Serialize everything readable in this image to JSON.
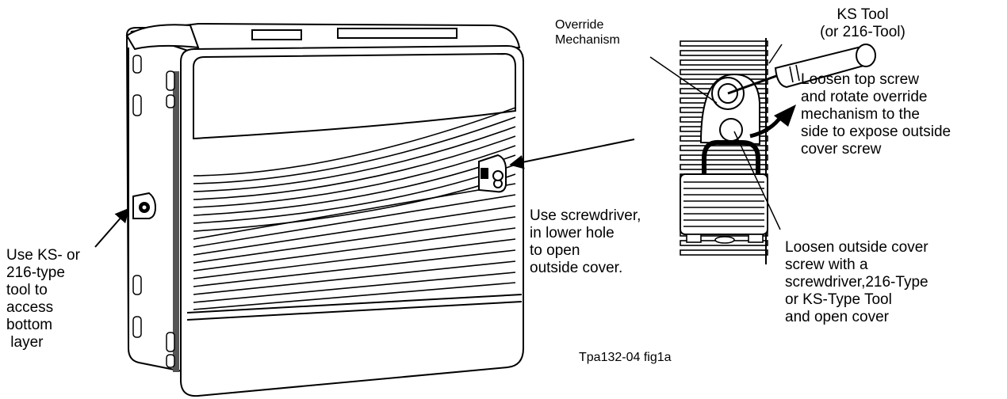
{
  "labels": {
    "override_mechanism": [
      "Override",
      "Mechanism"
    ],
    "ks_tool": [
      "KS Tool",
      "(or 216-Tool)"
    ],
    "loosen_top": [
      "Loosen top screw",
      "and rotate override",
      "mechanism to the",
      "side to expose outside",
      "cover screw"
    ],
    "use_screwdriver": [
      "Use screwdriver,",
      "in lower hole",
      "to open",
      "outside cover."
    ],
    "use_ks": [
      "Use KS- or",
      "216-type",
      "tool to",
      "access",
      "bottom",
      " layer"
    ],
    "loosen_outside": [
      "Loosen outside cover",
      "screw with a",
      "screwdriver,216-Type",
      "or KS-Type Tool",
      "and open cover"
    ],
    "figure_id": "Tpa132-04 fig1a"
  },
  "icons": [
    "cabinet-illustration",
    "padlock-icon",
    "screwdriver-icon",
    "arrow-icon"
  ]
}
